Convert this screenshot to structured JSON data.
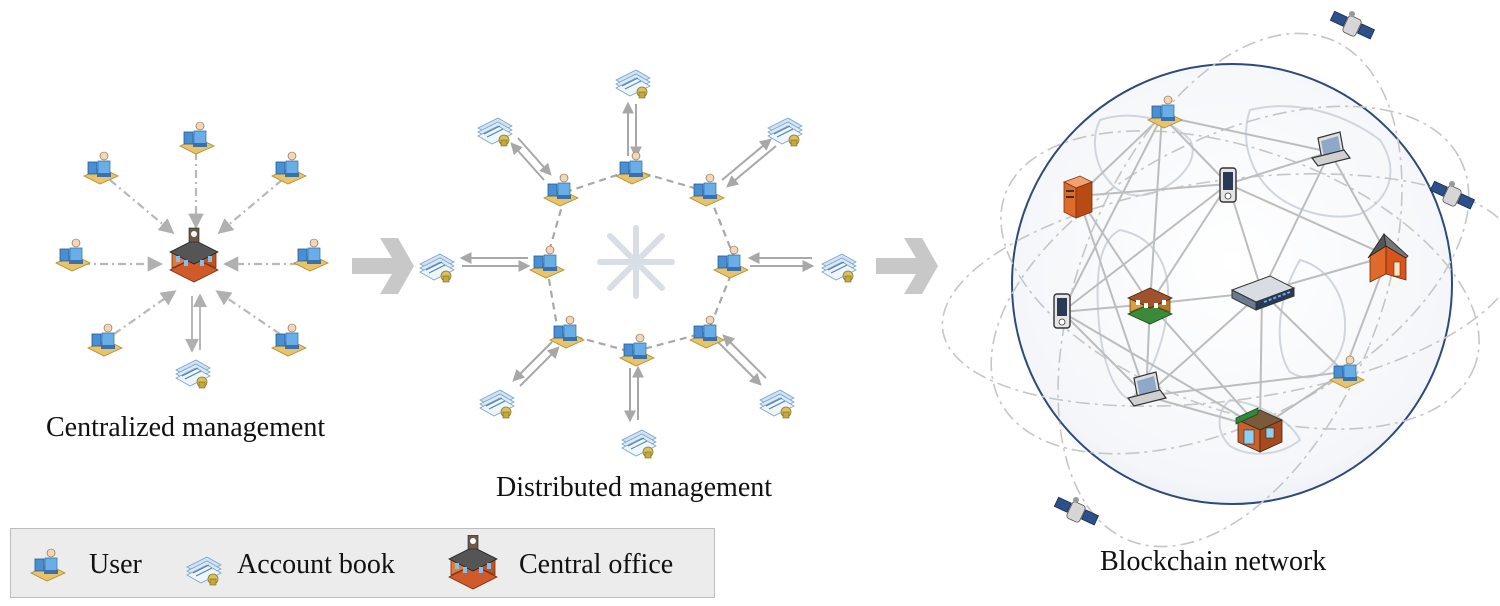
{
  "captions": {
    "centralized": "Centralized management",
    "distributed": "Distributed management",
    "blockchain": "Blockchain network"
  },
  "legend": {
    "user_label": "User",
    "account_book_label": "Account book",
    "central_office_label": "Central office"
  },
  "icons": {
    "user": "user-icon",
    "account_book": "account-book-icon",
    "central_office": "central-office-icon",
    "satellite": "satellite-icon",
    "laptop": "laptop-icon",
    "phone": "phone-icon",
    "server": "server-icon",
    "house": "house-icon",
    "switch": "network-switch-icon",
    "store": "store-icon"
  },
  "colors": {
    "arrow_gray": "#b8b8b8",
    "dash_gray": "#a8a8a8",
    "globe_border": "#2e4a7a",
    "user_desk": "#e8c36a",
    "office_orange": "#e0632a",
    "legend_bg": "#ececec"
  }
}
